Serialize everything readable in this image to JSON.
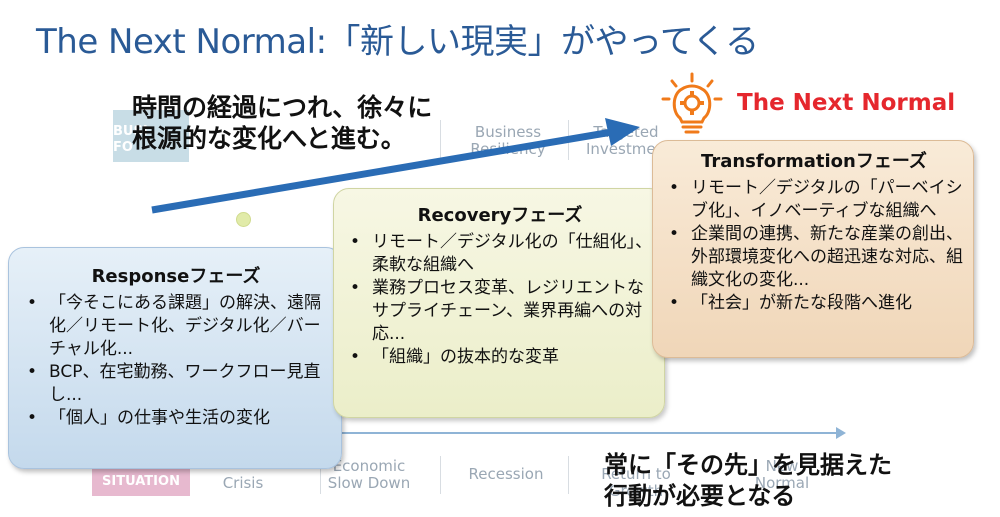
{
  "title": "The Next Normal:「新しい現実」がやってくる",
  "arrow_caption": {
    "line1": "時間の経過につれ、徐々に",
    "line2": "根源的な変化へと進む。"
  },
  "next_normal_label": "The Next Normal",
  "background_chart": {
    "top_box_partial": "BUSI FO",
    "top_headers": [
      "Business Resiliency",
      "Targeted Investment"
    ],
    "bottom_box": "SITUATION",
    "bottom_labels": [
      "Crisis",
      "Economic Slow Down",
      "Recession",
      "Return to Growth",
      "New Normal"
    ]
  },
  "cards": {
    "response": {
      "title": "Responseフェーズ",
      "items": [
        "「今そこにある課題」の解決、遠隔化／リモート化、デジタル化／バーチャル化...",
        "BCP、在宅勤務、ワークフロー見直し...",
        "「個人」の仕事や生活の変化"
      ]
    },
    "recovery": {
      "title": "Recoveryフェーズ",
      "items": [
        "リモート／デジタル化の「仕組化」、柔軟な組織へ",
        "業務プロセス変革、レジリエントなサプライチェーン、業界再編への対応...",
        "「組織」の抜本的な変革"
      ]
    },
    "transformation": {
      "title": "Transformationフェーズ",
      "items": [
        "リモート／デジタルの「パーベイシブ化」、イノベーティブな組織へ",
        "企業間の連携、新たな産業の創出、外部環境変化への超迅速な対応、組織文化の変化...",
        "「社会」が新たな段階へ進化"
      ]
    }
  },
  "bottom_caption": {
    "line1": "常に「その先」を見据えた",
    "line2": "行動が必要となる"
  },
  "colors": {
    "title": "#2a5a96",
    "arrow": "#2a6cb5",
    "next_normal": "#e5272d",
    "bulb": "#f07a1a"
  },
  "icons": [
    "lightbulb-gear-icon"
  ]
}
